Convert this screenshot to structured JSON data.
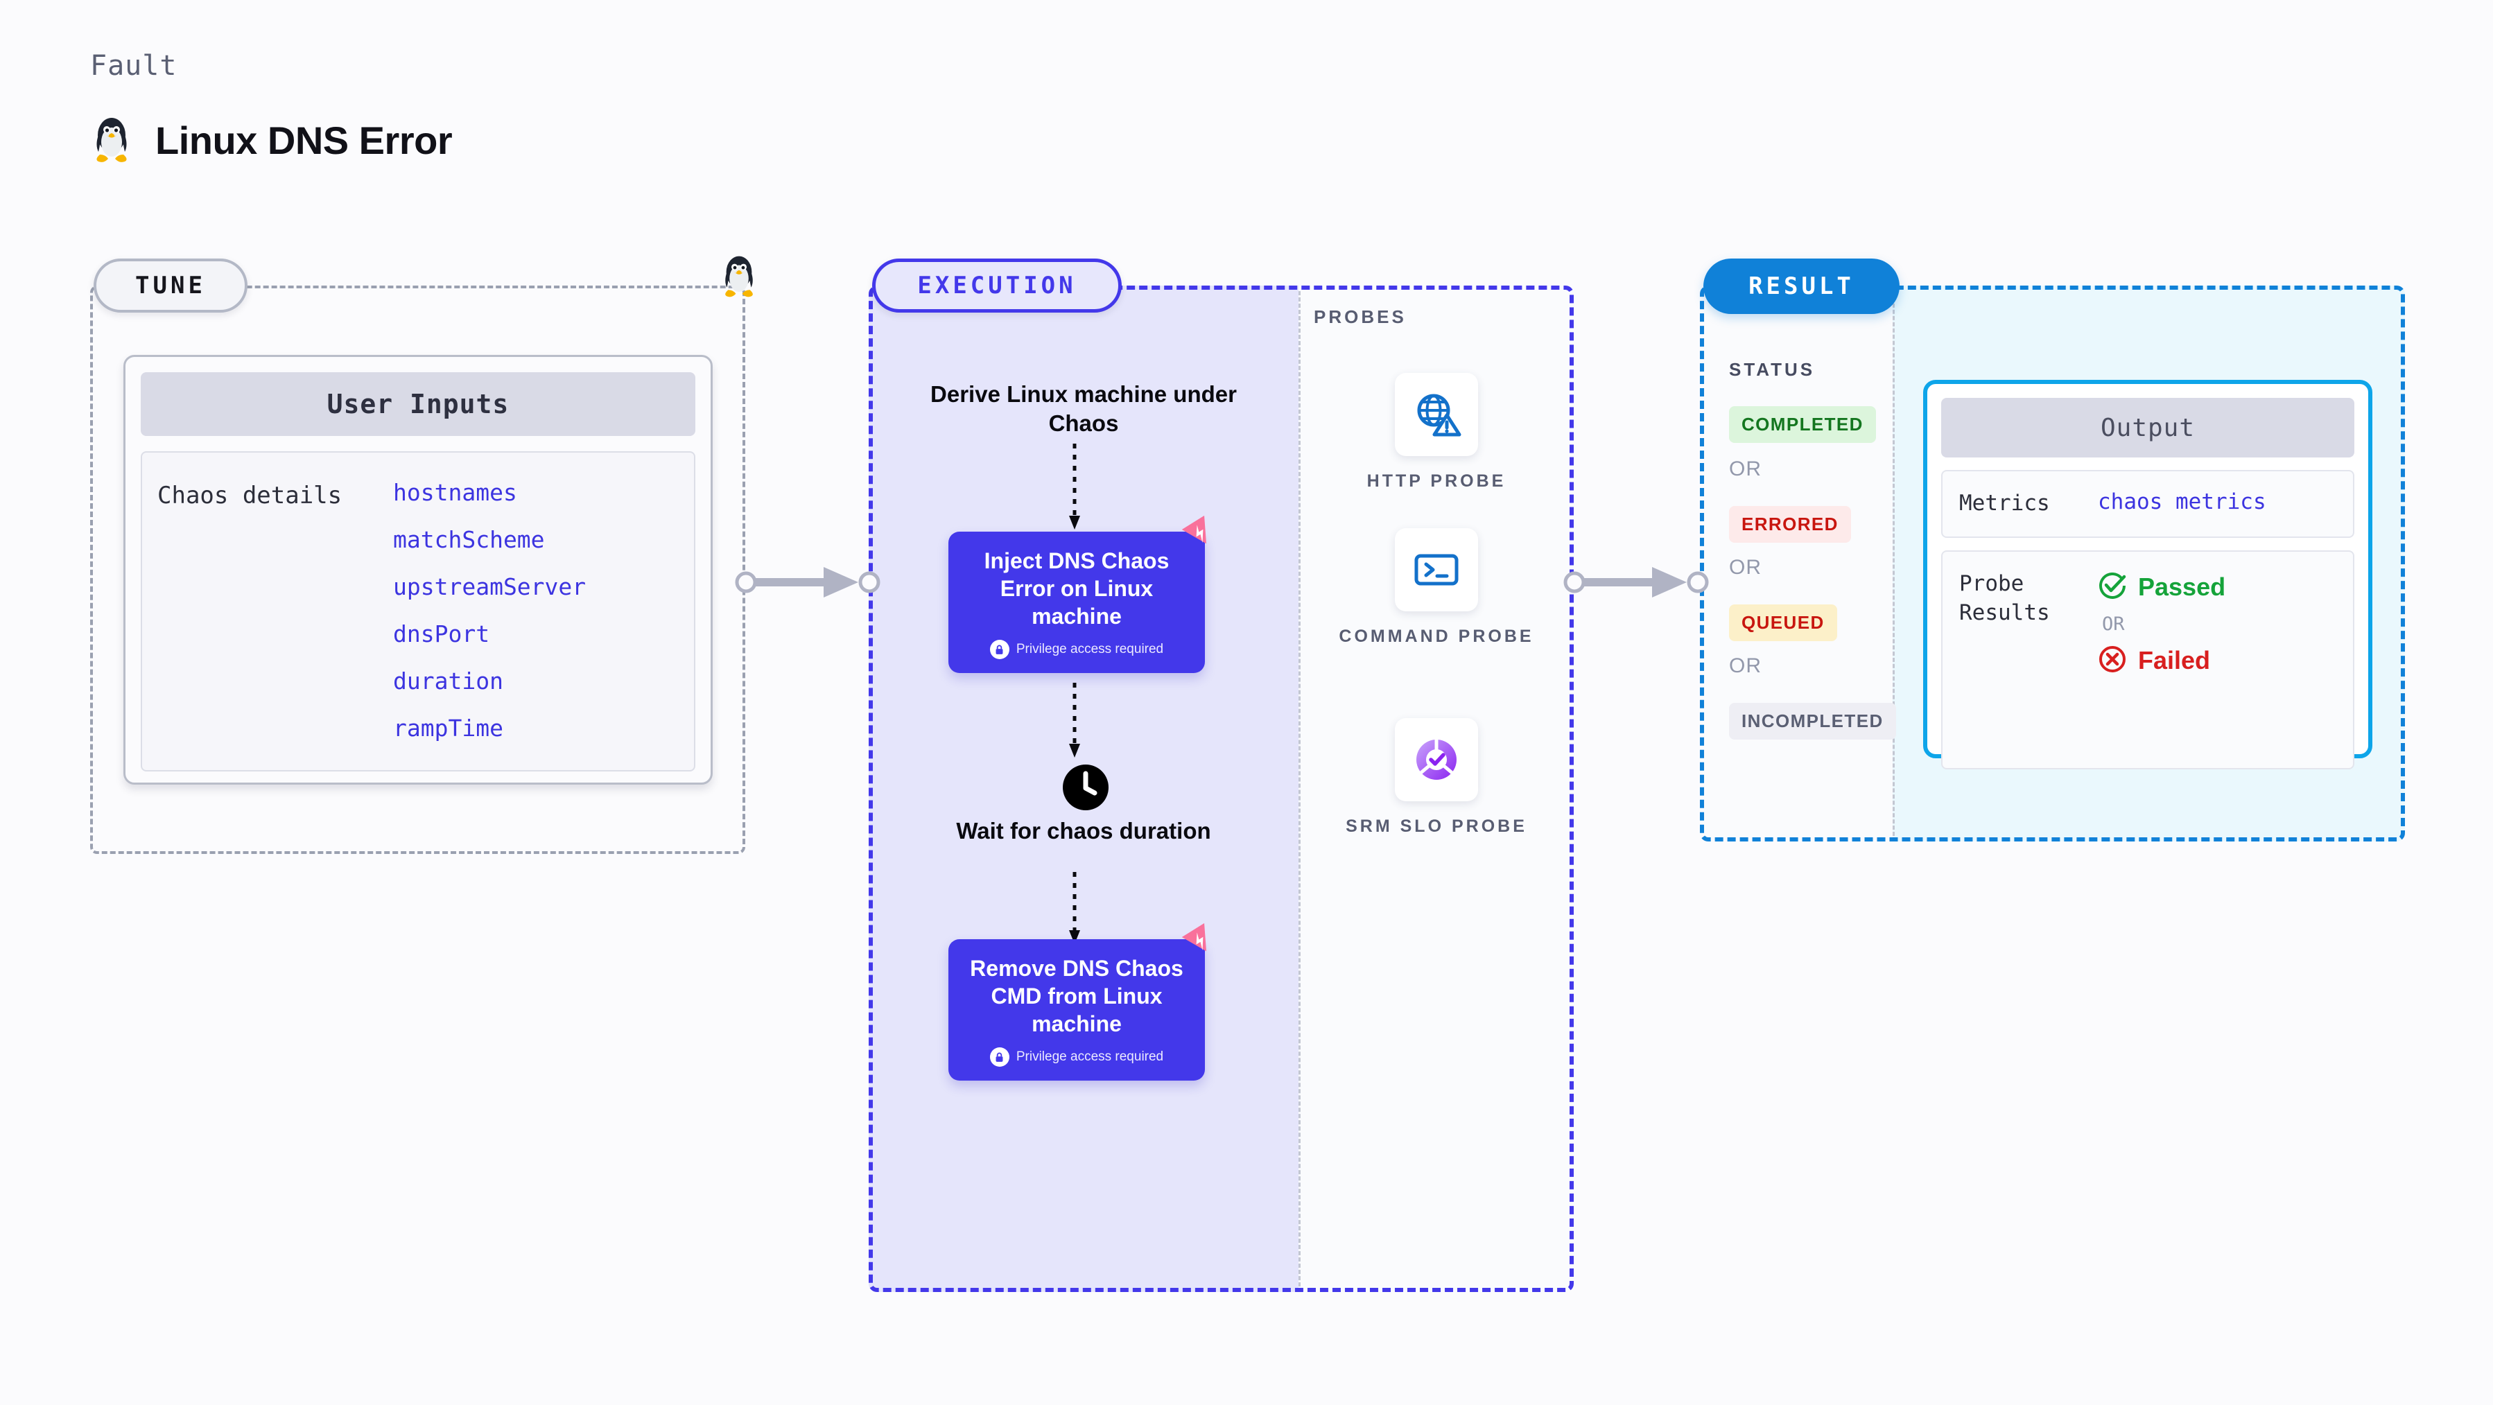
{
  "header": {
    "kicker": "Fault",
    "title": "Linux DNS Error",
    "icon": "linux-penguin-icon"
  },
  "tune": {
    "pill_label": "TUNE",
    "card_title": "User Inputs",
    "details_label": "Chaos details",
    "params": [
      "hostnames",
      "matchScheme",
      "upstreamServer",
      "dnsPort",
      "duration",
      "rampTime"
    ]
  },
  "execution": {
    "pill_label": "EXECUTION",
    "derive_step": "Derive Linux machine under Chaos",
    "inject_node": {
      "title": "Inject DNS Chaos Error on Linux machine",
      "privilege_note": "Privilege access required"
    },
    "wait_step": "Wait for chaos duration",
    "remove_node": {
      "title": "Remove DNS Chaos CMD from Linux machine",
      "privilege_note": "Privilege access required"
    }
  },
  "probes": {
    "label": "PROBES",
    "items": [
      {
        "name": "HTTP PROBE",
        "icon": "globe-warning-icon"
      },
      {
        "name": "COMMAND PROBE",
        "icon": "terminal-icon"
      },
      {
        "name": "SRM SLO PROBE",
        "icon": "slo-donut-check-icon"
      }
    ]
  },
  "result": {
    "pill_label": "RESULT",
    "status_label": "STATUS",
    "or_label": "OR",
    "statuses": [
      {
        "label": "COMPLETED",
        "color": "#14761f",
        "bg": "#dcf5dc"
      },
      {
        "label": "ERRORED",
        "color": "#c8160f",
        "bg": "#fdeaea"
      },
      {
        "label": "QUEUED",
        "color": "#c8160f",
        "bg": "#fcf0c9"
      },
      {
        "label": "INCOMPLETED",
        "color": "#5a5f73",
        "bg": "#eeeef4"
      }
    ],
    "output": {
      "title": "Output",
      "metrics_key": "Metrics",
      "metrics_value": "chaos metrics",
      "probe_results_key": "Probe Results",
      "passed_label": "Passed",
      "failed_label": "Failed",
      "or_label": "OR"
    }
  },
  "colors": {
    "accent_purple": "#4338ea",
    "accent_blue": "#1081d8",
    "accent_cyan": "#0ea5e9",
    "pink_badge": "#f9719b",
    "page_bg": "#fbfbfd"
  }
}
